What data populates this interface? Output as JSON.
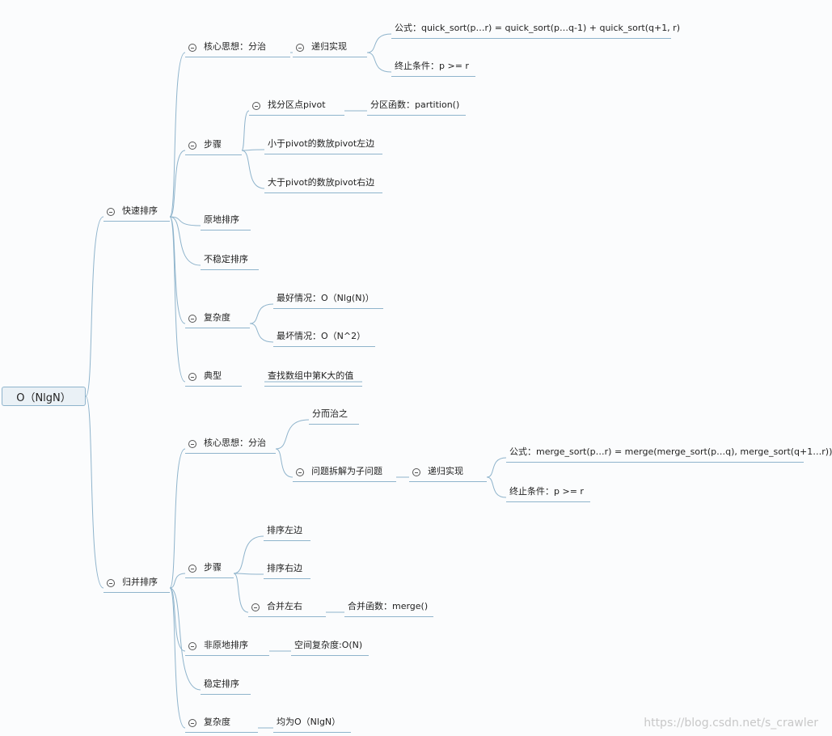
{
  "root": {
    "label": "O（NlgN）"
  },
  "quick": {
    "title": "快速排序",
    "core": "核心思想：分治",
    "recursion": "递归实现",
    "formula": "公式：quick_sort(p…r) = quick_sort(p…q-1) + quick_sort(q+1, r)",
    "terminate": "终止条件：p >= r",
    "steps": "步骤",
    "find_pivot": "找分区点pivot",
    "partition": "分区函数：partition()",
    "left": "小于pivot的数放pivot左边",
    "right": "大于pivot的数放pivot右边",
    "inplace": "原地排序",
    "unstable": "不稳定排序",
    "complexity": "复杂度",
    "best": "最好情况：O（Nlg(N)）",
    "worst": "最坏情况：O（N^2）",
    "typical": "典型",
    "kth": "查找数组中第K大的值"
  },
  "merge": {
    "title": "归并排序",
    "core": "核心思想：分治",
    "divide": "分而治之",
    "split": "问题拆解为子问题",
    "recursion": "递归实现",
    "formula": "公式：merge_sort(p…r) = merge(merge_sort(p…q), merge_sort(q+1…r))",
    "terminate": "终止条件：p >= r",
    "steps": "步骤",
    "sort_left": "排序左边",
    "sort_right": "排序右边",
    "combine": "合并左右",
    "merge_fn": "合并函数：merge()",
    "not_inplace": "非原地排序",
    "space": "空间复杂度:O(N)",
    "stable": "稳定排序",
    "complexity": "复杂度",
    "avg": "均为O（NlgN）"
  },
  "watermark": "https://blog.csdn.net/s_crawler",
  "colors": {
    "line": "#8fb4cc",
    "root_fill": "#eaf1f6",
    "background": "#fbfcfd"
  }
}
